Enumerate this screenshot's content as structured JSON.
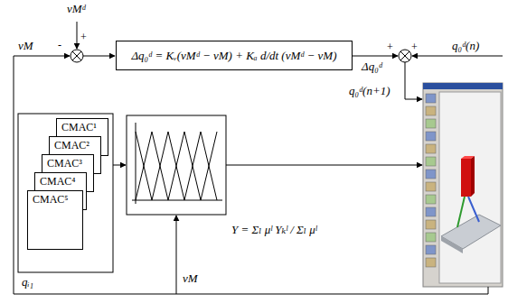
{
  "diagram": {
    "nodes": [
      {
        "text": [
          "Δq₀ᵈ = Kᵥ(vMᵈ − vM) + Kₐ d/dt (vMᵈ − vM)"
        ]
      },
      {
        "text": [
          "CMAC¹"
        ]
      },
      {
        "text": [
          "CMAC²"
        ]
      },
      {
        "text": [
          "CMAC³"
        ]
      },
      {
        "text": [
          "CMAC⁴"
        ]
      },
      {
        "text": [
          "CMAC⁵"
        ]
      }
    ],
    "labels": [
      "vMᵈ",
      "+",
      "vM",
      "-",
      "Δq₀ᵈ",
      "+",
      "+",
      "q₀ᵈ(n)",
      "q₀ᵈ(n+1)",
      "qᵢ₁",
      "Y = Σₗ μˡ Yₖˡ / Σₗ μˡ",
      "vM"
    ]
  }
}
